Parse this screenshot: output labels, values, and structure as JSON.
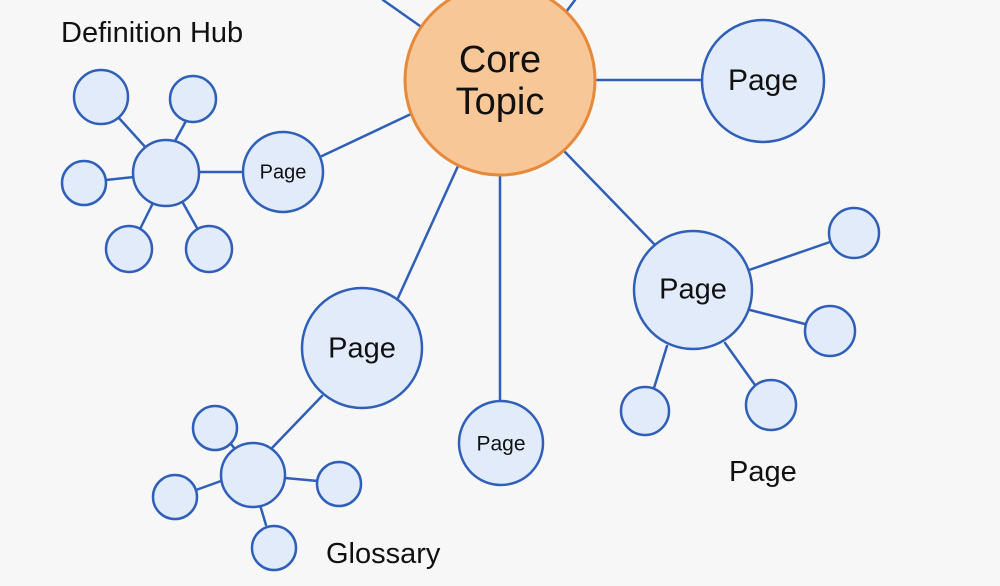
{
  "diagram": {
    "core": {
      "line1": "Core",
      "line2": "Topic"
    },
    "pages": {
      "right": "Page",
      "left": "Page",
      "lower_left": "Page",
      "bottom": "Page",
      "lower_right": "Page"
    },
    "labels": {
      "definition_hub": "Definition Hub",
      "glossary": "Glossary",
      "page_caption": "Page"
    }
  },
  "colors": {
    "line": "#2f5fb8",
    "node_fill": "#e1ebfa",
    "core_fill": "#f7c798",
    "core_stroke": "#e6893a"
  }
}
